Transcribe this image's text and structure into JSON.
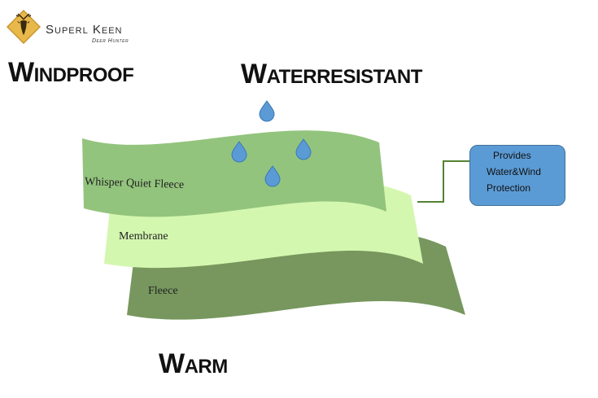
{
  "logo": {
    "brand": "Superl Keen",
    "tagline": "Deer Hunter",
    "badge_icon": "deer-head-icon",
    "badge_color": "#e8b84a"
  },
  "headings": {
    "left": "Windproof",
    "top": "Waterresistant",
    "bottom": "Warm"
  },
  "layers": [
    {
      "label": "Whisper Quiet Fleece",
      "color": "#93c47d"
    },
    {
      "label": "Membrane",
      "color": "#d4f7b0"
    },
    {
      "label": "Fleece",
      "color": "#77975e"
    }
  ],
  "droplets": {
    "icon": "water-drop-icon",
    "count": 4,
    "color": "#5b9bd5"
  },
  "callout": {
    "lines": [
      "Provides",
      "Water&Wind",
      "Protection"
    ],
    "color": "#5b9bd5",
    "connector_color": "#548235"
  }
}
